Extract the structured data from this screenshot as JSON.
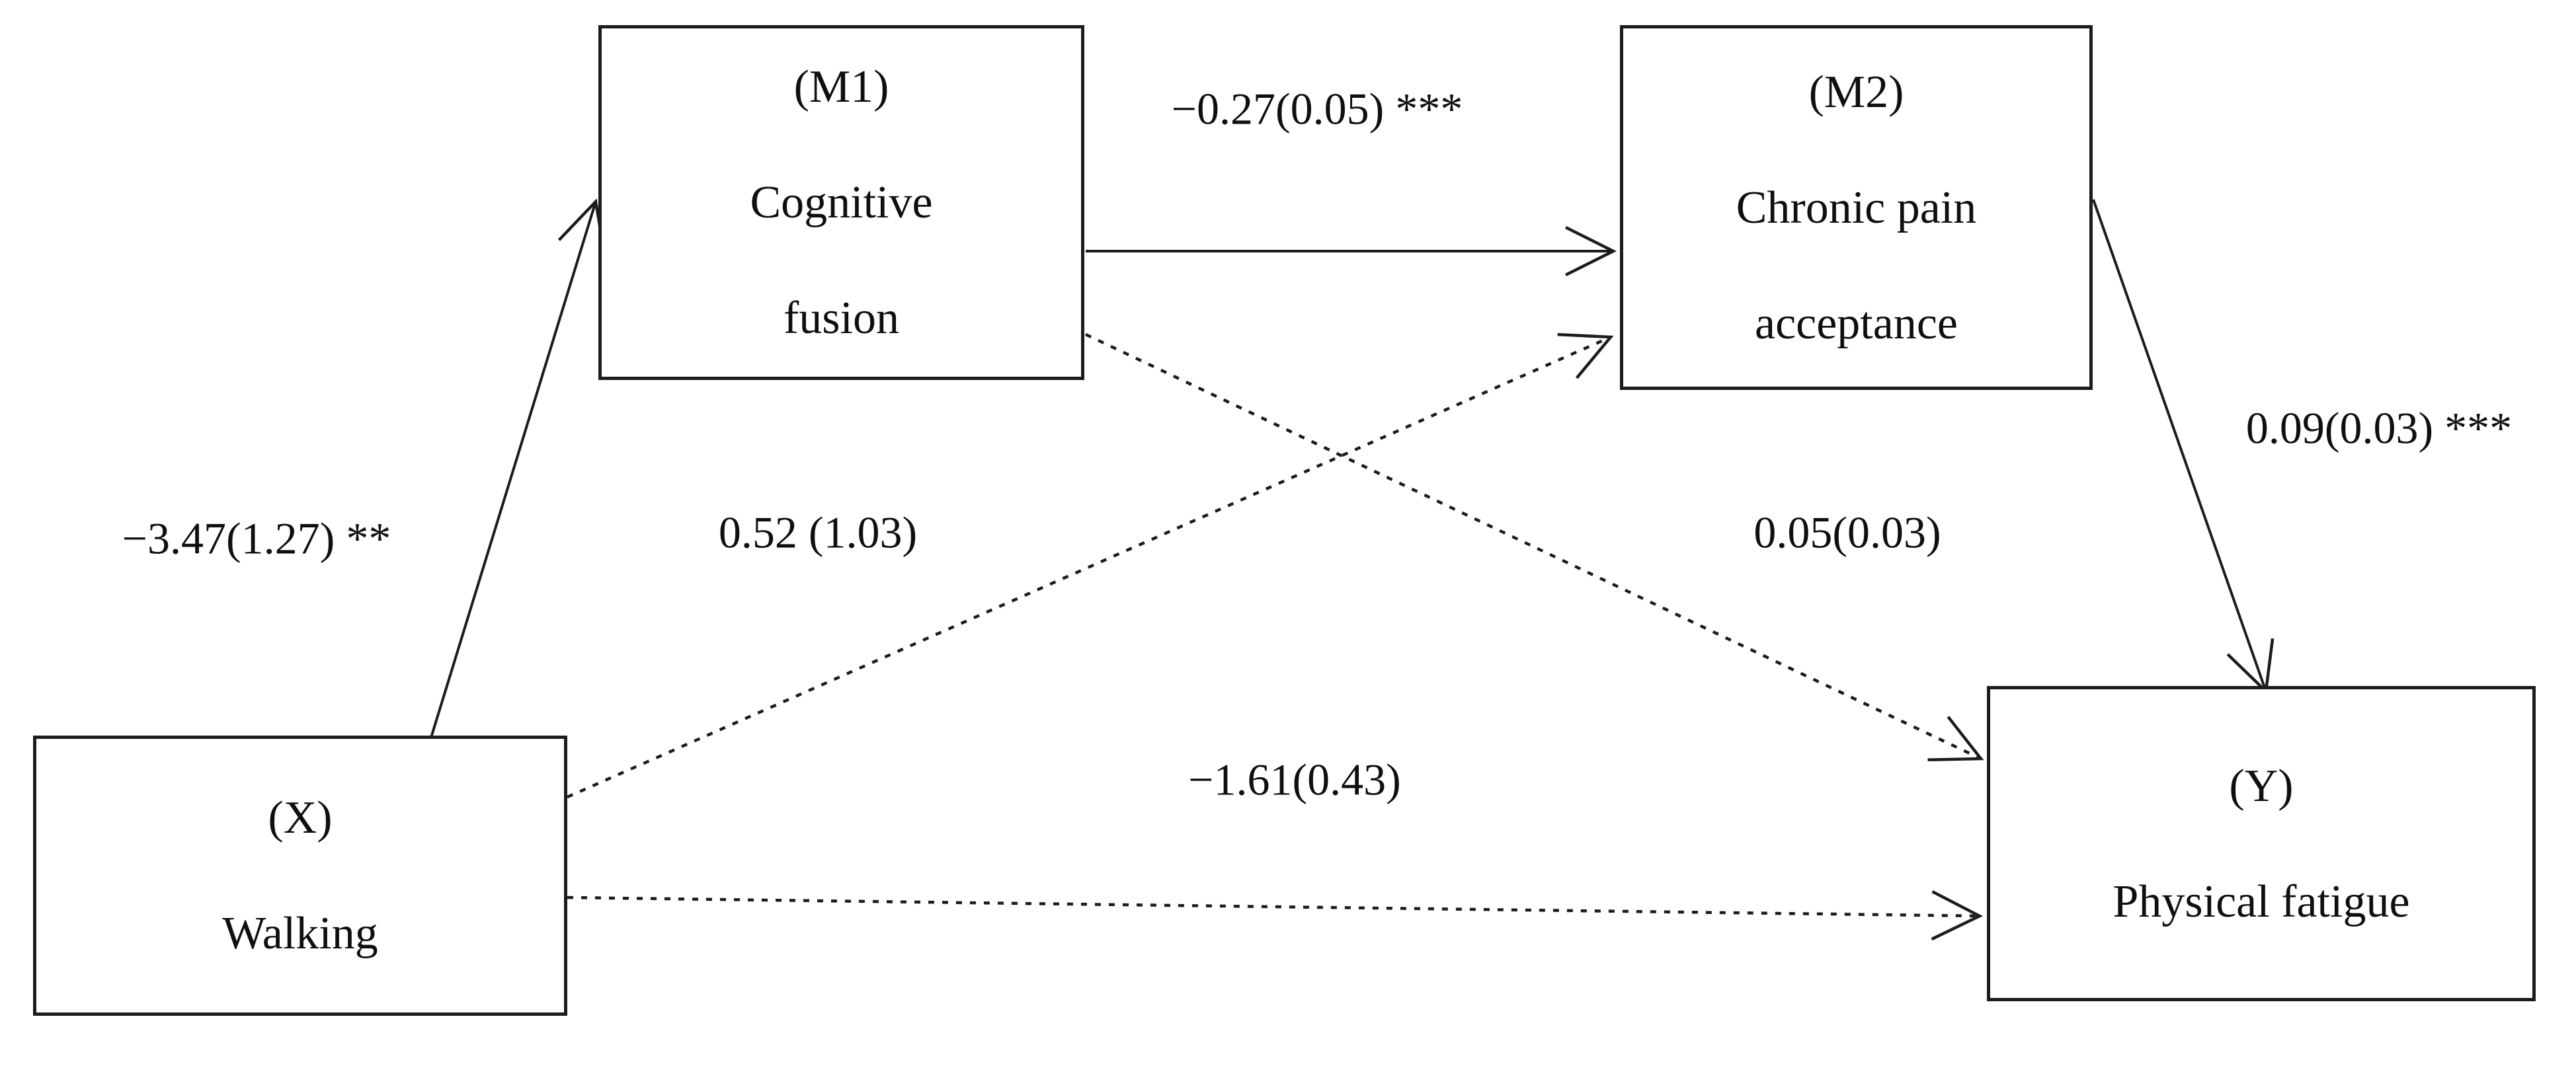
{
  "colors": {
    "line": "#1c1c1c",
    "text": "#0f0f0f",
    "background": "#ffffff"
  },
  "nodes": {
    "m1": {
      "code": "(M1)",
      "line1": "Cognitive",
      "line2": "fusion"
    },
    "m2": {
      "code": "(M2)",
      "line1": "Chronic pain",
      "line2": "acceptance"
    },
    "x": {
      "code": "(X)",
      "line1": "Walking"
    },
    "y": {
      "code": "(Y)",
      "line1": "Physical fatigue"
    }
  },
  "paths": {
    "x_m1": {
      "from": "x",
      "to": "m1",
      "style": "solid",
      "label": "−3.47(1.27) **"
    },
    "m1_m2": {
      "from": "m1",
      "to": "m2",
      "style": "solid",
      "label": "−0.27(0.05) ***"
    },
    "m2_y": {
      "from": "m2",
      "to": "y",
      "style": "solid",
      "label": "0.09(0.03) ***"
    },
    "x_m2": {
      "from": "x",
      "to": "m2",
      "style": "dotted",
      "label": "0.52 (1.03)"
    },
    "m1_y": {
      "from": "m1",
      "to": "y",
      "style": "dotted",
      "label": "0.05(0.03)"
    },
    "x_y": {
      "from": "x",
      "to": "y",
      "style": "dotted",
      "label": "−1.61(0.43)"
    }
  }
}
